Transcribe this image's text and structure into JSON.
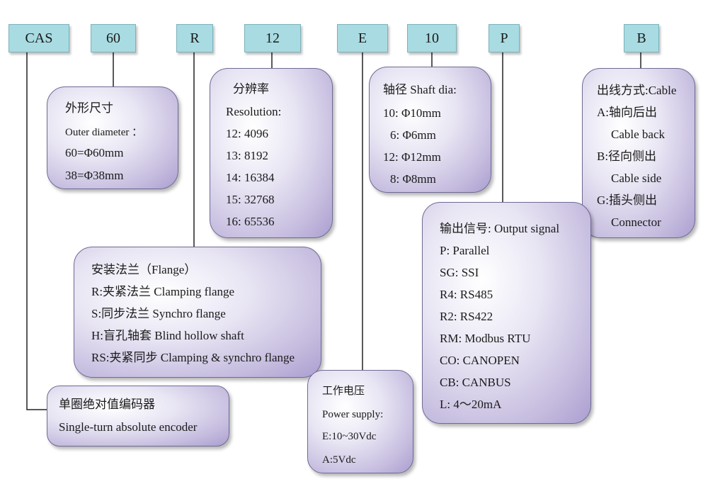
{
  "codes": [
    "CAS",
    "60",
    "R",
    "12",
    "E",
    "10",
    "P",
    "B"
  ],
  "outer": {
    "cn": "外形尺寸",
    "en": "Outer diameter ：",
    "items": [
      "60=Φ60mm",
      "38=Φ38mm"
    ]
  },
  "resolution": {
    "cn": "分辨率",
    "en": "Resolution:",
    "items": [
      "12:  4096",
      "13:  8192",
      "14:  16384",
      "15:  32768",
      "16:  65536"
    ]
  },
  "shaft": {
    "title": "轴径 Shaft dia:",
    "items": [
      "10:  Φ10mm",
      "6:  Φ6mm",
      "12:  Φ12mm",
      "8:  Φ8mm"
    ]
  },
  "cable": {
    "title": "出线方式:Cable",
    "items": [
      "A:轴向后出",
      "Cable back",
      "B:径向侧出",
      "Cable side",
      "G:插头侧出",
      "Connector"
    ]
  },
  "flange": {
    "title": "安装法兰（Flange）",
    "items": [
      "R:夹紧法兰 Clamping flange",
      "S:同步法兰 Synchro flange",
      "H:盲孔轴套 Blind hollow shaft",
      "RS:夹紧同步 Clamping & synchro flange"
    ]
  },
  "output": {
    "title": "输出信号: Output signal",
    "items": [
      "P:  Parallel",
      "SG:  SSI",
      "R4:  RS485",
      "R2:  RS422",
      "RM:   Modbus RTU",
      "CO:  CANOPEN",
      "CB:  CANBUS",
      "L:  4～20mA"
    ]
  },
  "encoder": {
    "cn": "单圈绝对值编码器",
    "en": "Single-turn absolute encoder"
  },
  "power": {
    "cn": "工作电压",
    "en": "Power supply:",
    "items": [
      "E:10~30Vdc",
      "A:5Vdc"
    ]
  }
}
